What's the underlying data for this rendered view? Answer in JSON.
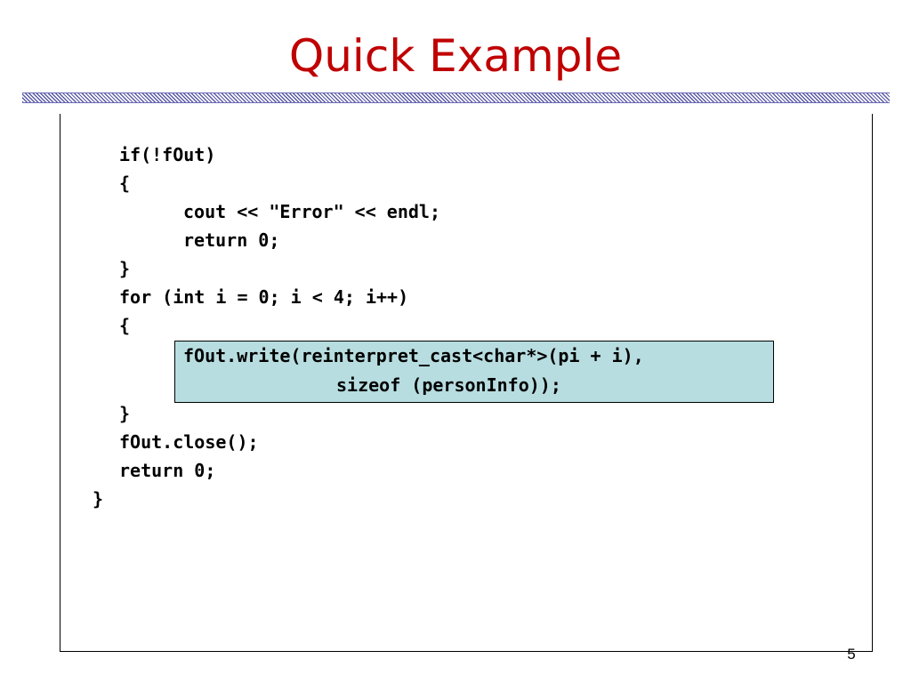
{
  "slide": {
    "title": "Quick Example",
    "page_number": "5"
  },
  "code": {
    "lines": [
      "if(!fOut)",
      "{",
      "cout << \"Error\" << endl;",
      "return 0;",
      "}",
      "for (int i = 0; i < 4; i++)",
      "{",
      "fOut.write(reinterpret_cast<char*>(pi + i),",
      "sizeof (personInfo));",
      "}",
      "fOut.close();",
      "return 0;",
      "}"
    ]
  },
  "colors": {
    "title": "#c00000",
    "highlight": "#b7dde0",
    "hatch": "#5a5aa8"
  }
}
